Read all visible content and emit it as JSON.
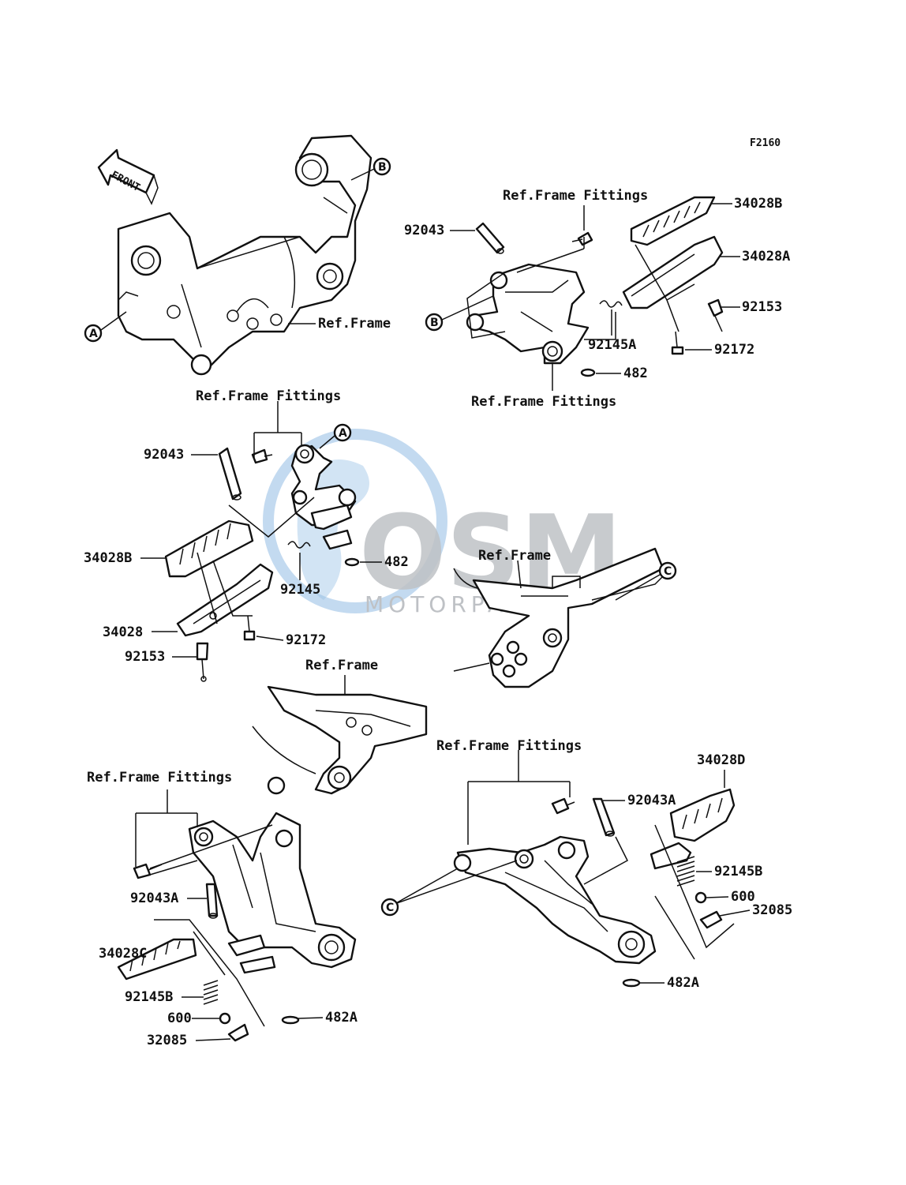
{
  "diagram_code": "F2160",
  "front_arrow_label": "FRONT",
  "watermark": {
    "brand": "OSM",
    "sub": "MOTORPARTS",
    "colors": {
      "globe": "#4a90d0",
      "text": "#8a8f96"
    }
  },
  "circle_refs": {
    "a": "A",
    "b": "B",
    "c": "C"
  },
  "labels": {
    "ref_frame": "Ref.Frame",
    "ref_frame_fittings": "Ref.Frame Fittings",
    "p92043": "92043",
    "p92043a": "92043A",
    "p34028": "34028",
    "p34028a": "34028A",
    "p34028b": "34028B",
    "p34028c": "34028C",
    "p34028d": "34028D",
    "p92153": "92153",
    "p92172": "92172",
    "p92145": "92145",
    "p92145a": "92145A",
    "p92145b": "92145B",
    "p482": "482",
    "p482a": "482A",
    "p600": "600",
    "p32085": "32085"
  }
}
